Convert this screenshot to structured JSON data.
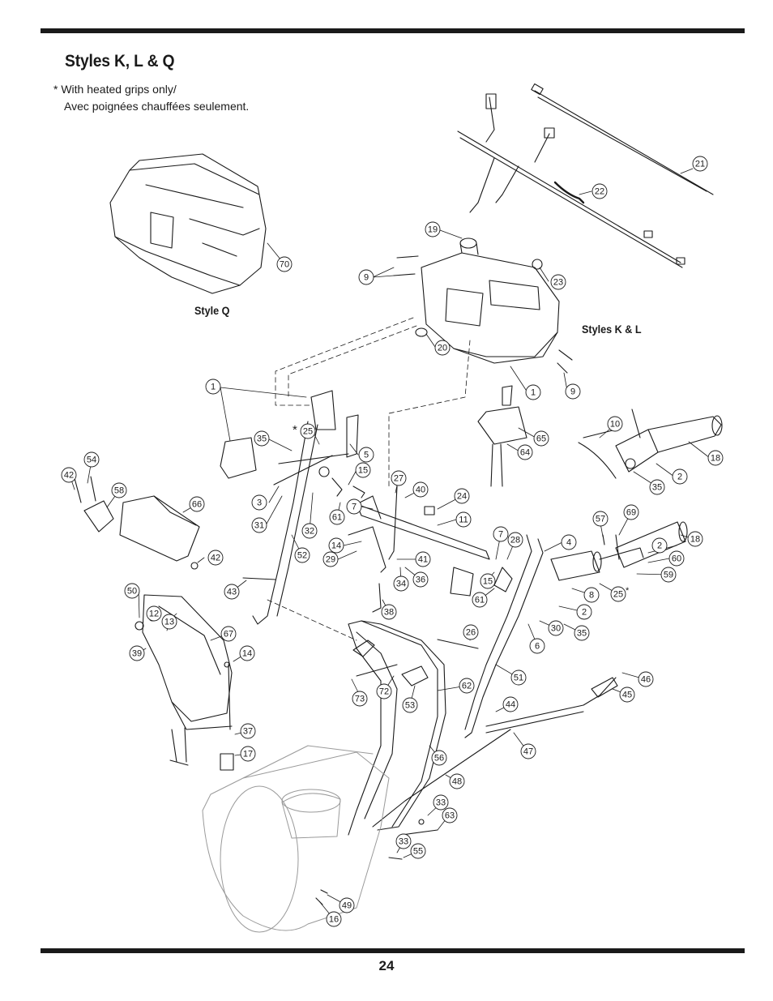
{
  "page": {
    "title": "Styles K, L & Q",
    "note_line1": "* With heated grips only/",
    "note_line2": "Avec poignées chauffées seulement.",
    "label_style_q": "Style Q",
    "label_styles_kl": "Styles K & L",
    "page_number": "24",
    "asterisk": "*"
  },
  "callouts": [
    {
      "label": "21"
    },
    {
      "label": "22"
    },
    {
      "label": "19"
    },
    {
      "label": "9"
    },
    {
      "label": "23"
    },
    {
      "label": "70"
    },
    {
      "label": "20"
    },
    {
      "label": "1"
    },
    {
      "label": "9"
    },
    {
      "label": "1"
    },
    {
      "label": "25"
    },
    {
      "label": "35"
    },
    {
      "label": "5"
    },
    {
      "label": "15"
    },
    {
      "label": "65"
    },
    {
      "label": "64"
    },
    {
      "label": "10"
    },
    {
      "label": "18"
    },
    {
      "label": "2"
    },
    {
      "label": "35"
    },
    {
      "label": "54"
    },
    {
      "label": "42"
    },
    {
      "label": "58"
    },
    {
      "label": "66"
    },
    {
      "label": "3"
    },
    {
      "label": "27"
    },
    {
      "label": "40"
    },
    {
      "label": "24"
    },
    {
      "label": "7"
    },
    {
      "label": "61"
    },
    {
      "label": "11"
    },
    {
      "label": "31"
    },
    {
      "label": "32"
    },
    {
      "label": "57"
    },
    {
      "label": "69"
    },
    {
      "label": "18"
    },
    {
      "label": "2"
    },
    {
      "label": "60"
    },
    {
      "label": "59"
    },
    {
      "label": "14"
    },
    {
      "label": "29"
    },
    {
      "label": "52"
    },
    {
      "label": "7"
    },
    {
      "label": "28"
    },
    {
      "label": "4"
    },
    {
      "label": "42"
    },
    {
      "label": "41"
    },
    {
      "label": "15"
    },
    {
      "label": "43"
    },
    {
      "label": "34"
    },
    {
      "label": "36"
    },
    {
      "label": "8"
    },
    {
      "label": "25"
    },
    {
      "label": "50"
    },
    {
      "label": "61"
    },
    {
      "label": "2"
    },
    {
      "label": "38"
    },
    {
      "label": "12"
    },
    {
      "label": "13"
    },
    {
      "label": "30"
    },
    {
      "label": "35"
    },
    {
      "label": "67"
    },
    {
      "label": "26"
    },
    {
      "label": "6"
    },
    {
      "label": "39"
    },
    {
      "label": "14"
    },
    {
      "label": "51"
    },
    {
      "label": "46"
    },
    {
      "label": "62"
    },
    {
      "label": "72"
    },
    {
      "label": "73"
    },
    {
      "label": "53"
    },
    {
      "label": "44"
    },
    {
      "label": "45"
    },
    {
      "label": "37"
    },
    {
      "label": "17"
    },
    {
      "label": "56"
    },
    {
      "label": "47"
    },
    {
      "label": "48"
    },
    {
      "label": "33"
    },
    {
      "label": "63"
    },
    {
      "label": "33"
    },
    {
      "label": "55"
    },
    {
      "label": "49"
    },
    {
      "label": "16"
    }
  ]
}
